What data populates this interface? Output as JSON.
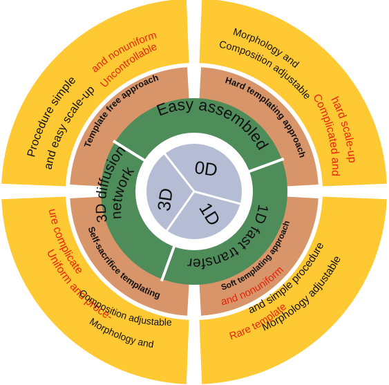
{
  "colors": {
    "outer_ring": "#FFC933",
    "middle_ring": "#D9956A",
    "inner_ring": "#4E8C5A",
    "core": "#B4BDD3",
    "divider": "#FFFFFF",
    "red_text": "#E8230A",
    "black_text": "#111111"
  },
  "outer": {
    "top_left": {
      "red": [
        "Uncontrollable",
        "and nonuniform"
      ],
      "black": [
        "Procedure simple",
        "and easy scale-up"
      ]
    },
    "top_right": {
      "black": [
        "Morphology and",
        "Composition adjustable"
      ],
      "red": [
        "Complicated and",
        "hard scale-up"
      ]
    },
    "bottom_right": {
      "black": [
        "Morphology adjustable",
        "and simple procedure"
      ],
      "red": [
        "and nonuniform",
        "Rare template"
      ]
    },
    "bottom_left": {
      "red": [
        "Uniform and proce-",
        "dure complicated"
      ],
      "black": [
        "Composition adjustable",
        "Morphology and"
      ]
    }
  },
  "middle": {
    "top_left": "Template free approach",
    "top_right": "Hard templating approach",
    "bottom_right": "Soft templating approach",
    "bottom_left": "Self-sacrifice templating"
  },
  "inner": {
    "top": "Easy assembled",
    "right": "1D fast transfer",
    "left_line1": "3D diffusion",
    "left_line2": "network"
  },
  "core": {
    "zero_d": "0D",
    "one_d": "1D",
    "three_d": "3D"
  }
}
